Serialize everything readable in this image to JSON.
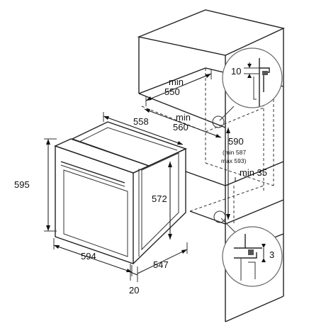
{
  "dims": {
    "cab_width_min_label": "min",
    "cab_width_min_value": "550",
    "cab_depth_min_label": "min",
    "cab_depth_min_value": "560",
    "oven_top_depth": "558",
    "niche_height": "590",
    "niche_height_range_1": "(min 587",
    "niche_height_range_2": "max 593)",
    "vent_label": "min 35",
    "oven_height": "595",
    "inner_height": "572",
    "oven_width": "594",
    "oven_depth": "547",
    "front_thickness": "20",
    "detail_top_value": "10",
    "detail_bottom_value": "3"
  }
}
